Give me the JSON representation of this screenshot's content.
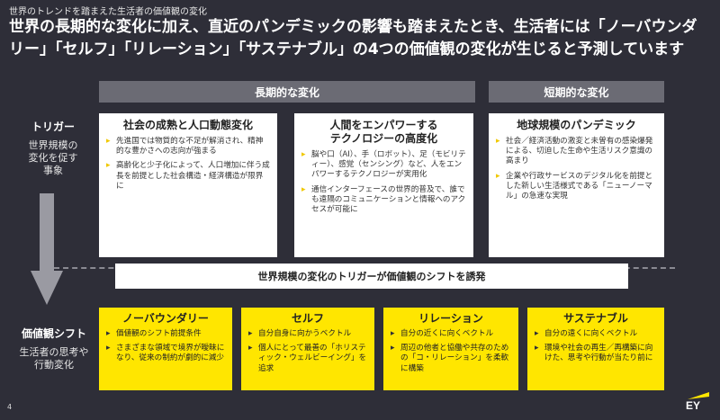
{
  "header": {
    "breadcrumb": "世界のトレンドを踏まえた生活者の価値観の変化",
    "headline": "世界の長期的な変化に加え、直近のパンデミックの影響も踏まえたとき、生活者には「ノーバウンダリー」「セルフ」「リレーション」「サステナブル」の4つの価値観の変化が生じると予測しています"
  },
  "bands": {
    "long_term": "長期的な変化",
    "short_term": "短期的な変化"
  },
  "left_labels": {
    "trigger_title": "トリガー",
    "trigger_sub": "世界規模の\n変化を促す\n事象",
    "shift_title": "価値観シフト",
    "shift_sub": "生活者の思考や\n行動変化"
  },
  "trigger_cards": [
    {
      "title": "社会の成熟と人口動態変化",
      "bullets": [
        "先進国では物質的な不足が解消され、精神的な豊かさへの志向が強まる",
        "高齢化と少子化によって、人口増加に伴う成長を前提とした社会構造・経済構造が限界に"
      ]
    },
    {
      "title": "人間をエンパワーする\nテクノロジーの高度化",
      "bullets": [
        "脳や口（AI）、手（ロボット）、足（モビリティー）、感覚（センシング）など、人をエンパワーするテクノロジーが実用化",
        "通信インターフェースの世界的普及で、誰でも遠隔のコミュニケーションと情報へのアクセスが可能に"
      ]
    },
    {
      "title": "地球規模のパンデミック",
      "bullets": [
        "社会／経済活動の激変と未曽有の感染爆発による、切迫した生命や生活リスク意識の高まり",
        "企業や行政サービスのデジタル化を前提とした新しい生活様式である「ニューノーマル」の急速な実現"
      ]
    }
  ],
  "trigger_bar": "世界規模の変化のトリガーが価値観のシフトを誘発",
  "value_cards": [
    {
      "title": "ノーバウンダリー",
      "bullets": [
        "価値観のシフト前提条件",
        "さまざまな領域で境界が曖昧になり、従来の制約が劇的に減少"
      ]
    },
    {
      "title": "セルフ",
      "bullets": [
        "自分自身に向かうベクトル",
        "個人にとって最善の「ホリスティック・ウェルビーイング」を追求"
      ]
    },
    {
      "title": "リレーション",
      "bullets": [
        "自分の近くに向くベクトル",
        "周辺の他者と協働や共存のための「コ・リレーション」を柔軟に構築"
      ]
    },
    {
      "title": "サステナブル",
      "bullets": [
        "自分の遠くに向くベクトル",
        "環境や社会の再生／再構築に向けた、思考や行動が当たり前に"
      ]
    }
  ],
  "footer": {
    "page_number": "4",
    "logo_text": "EY"
  },
  "colors": {
    "background": "#2e2e38",
    "band": "#6b6b74",
    "accent_yellow": "#ffe600"
  }
}
